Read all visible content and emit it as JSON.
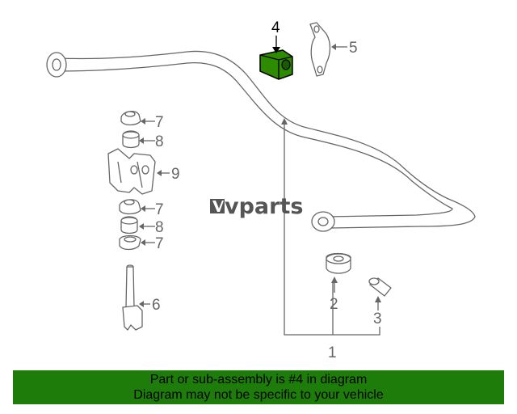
{
  "diagram": {
    "callouts": [
      {
        "id": "1",
        "label": "1"
      },
      {
        "id": "2",
        "label": "2"
      },
      {
        "id": "3",
        "label": "3"
      },
      {
        "id": "4",
        "label": "4",
        "highlighted": true
      },
      {
        "id": "5",
        "label": "5"
      },
      {
        "id": "6",
        "label": "6"
      },
      {
        "id": "7a",
        "label": "7"
      },
      {
        "id": "8a",
        "label": "8"
      },
      {
        "id": "9",
        "label": "9"
      },
      {
        "id": "7b",
        "label": "7"
      },
      {
        "id": "8b",
        "label": "8"
      },
      {
        "id": "7c",
        "label": "7"
      }
    ],
    "highlight_color": "#2e8b00",
    "line_color": "#666666"
  },
  "watermark": {
    "text": "vparts",
    "logo": "lvparts-logo-icon"
  },
  "banner": {
    "line1": "Part or sub-assembly is #4 in diagram",
    "line2": "Diagram may not be specific to your vehicle",
    "background": "#1e7d0a"
  }
}
